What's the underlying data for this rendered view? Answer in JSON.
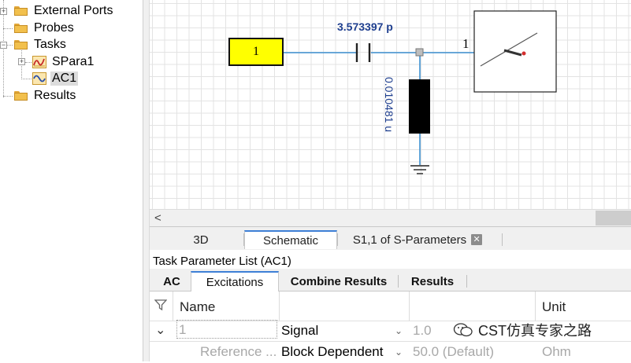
{
  "tree": {
    "items": [
      {
        "label": "External Ports",
        "expander": "+"
      },
      {
        "label": "Probes",
        "expander": ""
      },
      {
        "label": "Tasks",
        "expander": "−"
      },
      {
        "label": "SPara1",
        "expander": "+"
      },
      {
        "label": "AC1",
        "expander": "",
        "selected": true
      },
      {
        "label": "Results",
        "expander": ""
      }
    ]
  },
  "schematic": {
    "port_label": "1",
    "capacitor_label": "3.573397 p",
    "inductor_label": "0.010481 u",
    "block_pin_label": "1"
  },
  "view_tabs": [
    {
      "label": "3D"
    },
    {
      "label": "Schematic",
      "active": true
    },
    {
      "label": "S1,1 of S-Parameters",
      "closable": true
    }
  ],
  "close_glyph": "✕",
  "scroll_left_glyph": "<",
  "task_panel": {
    "title": "Task Parameter List (AC1)",
    "tabs": [
      {
        "label": "AC"
      },
      {
        "label": "Excitations",
        "active": true
      },
      {
        "label": "Combine Results"
      },
      {
        "label": "Results"
      }
    ],
    "filter_icon": "filter-icon",
    "columns": {
      "name": "Name",
      "unit": "Unit"
    },
    "rows": [
      {
        "expander": "⌄",
        "name": "1",
        "type": "Signal",
        "value": "1.0",
        "unit": ""
      },
      {
        "expander": "",
        "name": "Reference ...",
        "type": "Block Dependent",
        "value": "50.0 (Default)",
        "unit": "Ohm"
      }
    ]
  },
  "watermark": {
    "text": "CST仿真专家之路"
  },
  "colors": {
    "accent": "#3d7fd6",
    "port_fill": "#ffff00",
    "wire": "#3c8fd0",
    "component_label": "#1f3f8f"
  }
}
